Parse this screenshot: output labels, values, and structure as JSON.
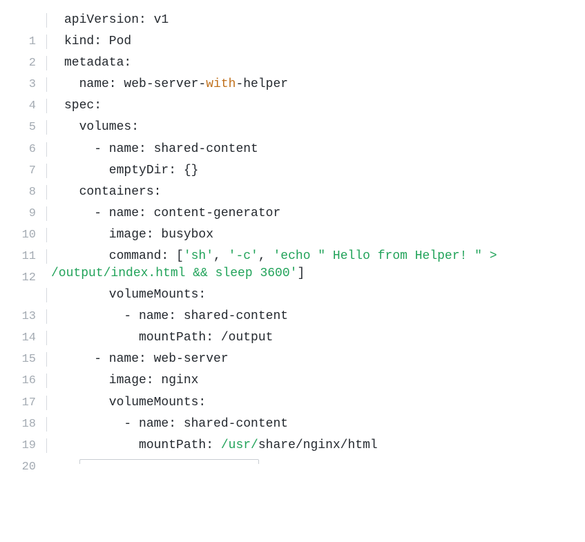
{
  "code_block": {
    "lines": [
      {
        "number": "1",
        "text": "apiVersion: v1"
      },
      {
        "number": "2",
        "text": "kind: Pod"
      },
      {
        "number": "3",
        "text": "metadata:"
      },
      {
        "number": "4",
        "text": "  name: web-server-",
        "kw": "with",
        "after": "-helper"
      },
      {
        "number": "5",
        "text": "spec:"
      },
      {
        "number": "6",
        "text": "  volumes:"
      },
      {
        "number": "7",
        "text": "    - name: shared-content"
      },
      {
        "number": "8",
        "text": "      emptyDir: {}"
      },
      {
        "number": "9",
        "text": "  containers:"
      },
      {
        "number": "10",
        "text": "    - name: content-generator"
      },
      {
        "number": "11",
        "text": "      image: busybox"
      },
      {
        "number": "12",
        "text": "      command: [",
        "s1": "'sh'",
        "sep1": ", ",
        "s2": "'-c'",
        "sep2": ", ",
        "s3": "'echo \" Hello from Helper! \" >",
        "cont": "/output/index.html && sleep 3600'",
        "close": "]"
      },
      {
        "number": "13",
        "text": "      volumeMounts:"
      },
      {
        "number": "14",
        "text": "        - name: shared-content"
      },
      {
        "number": "15",
        "text": "          mountPath: /output"
      },
      {
        "number": "16",
        "text": "    - name: web-server"
      },
      {
        "number": "17",
        "text": "      image: nginx"
      },
      {
        "number": "18",
        "text": "      volumeMounts:"
      },
      {
        "number": "19",
        "text": "        - name: shared-content"
      },
      {
        "number": "20",
        "text": "          mountPath: ",
        "str": "/usr/",
        "after": "share/nginx/html"
      }
    ]
  },
  "colors": {
    "keyword": "#c0711d",
    "string": "#22a35a",
    "line_number": "#a4abb3",
    "gutter": "#d5d9de"
  }
}
